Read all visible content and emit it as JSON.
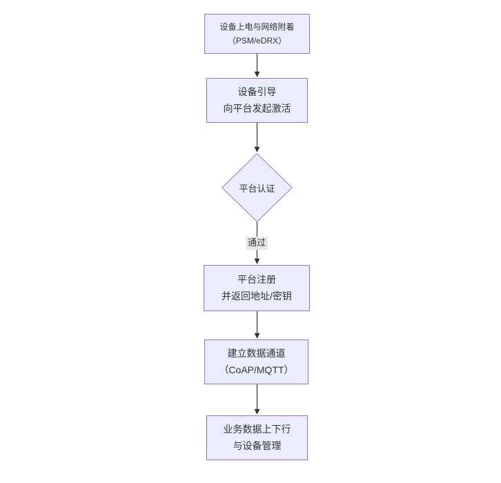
{
  "diagram": {
    "type": "flowchart",
    "direction": "top-down",
    "colors": {
      "node_fill": "#ECECFF",
      "node_border": "#9370DB",
      "edge_color": "#333333",
      "text_color": "#333333",
      "edge_label_bg": "#e8e8e8",
      "background": "#ffffff"
    },
    "nodes": [
      {
        "id": "power-on-attach",
        "shape": "rect",
        "line1": "设备上电与网络附着",
        "line2": "（PSM/eDRX）"
      },
      {
        "id": "device-bootstrap",
        "shape": "rect",
        "line1": "设备引导",
        "line2": "向平台发起激活"
      },
      {
        "id": "platform-auth",
        "shape": "diamond",
        "line1": "平台认证",
        "line2": ""
      },
      {
        "id": "platform-register",
        "shape": "rect",
        "line1": "平台注册",
        "line2": "并返回地址/密钥"
      },
      {
        "id": "data-channel",
        "shape": "rect",
        "line1": "建立数据通道",
        "line2": "（CoAP/MQTT）"
      },
      {
        "id": "business-data",
        "shape": "rect",
        "line1": "业务数据上下行",
        "line2": "与设备管理"
      }
    ],
    "edges": [
      {
        "from": "power-on-attach",
        "to": "device-bootstrap",
        "label": ""
      },
      {
        "from": "device-bootstrap",
        "to": "platform-auth",
        "label": ""
      },
      {
        "from": "platform-auth",
        "to": "platform-register",
        "label": "通过"
      },
      {
        "from": "platform-register",
        "to": "data-channel",
        "label": ""
      },
      {
        "from": "data-channel",
        "to": "business-data",
        "label": ""
      }
    ],
    "edge_label_pass": "通过"
  }
}
